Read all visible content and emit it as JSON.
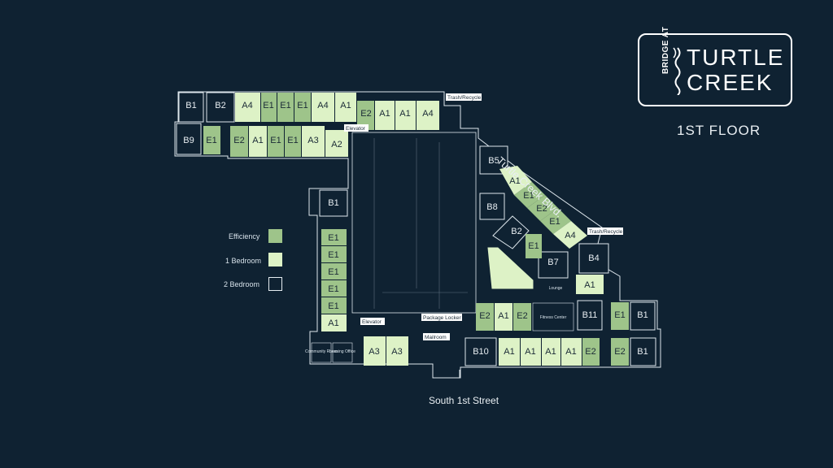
{
  "title": "1ST FLOOR",
  "logo": {
    "small": "BRIDGE AT",
    "line1": "TURTLE",
    "line2": "CREEK"
  },
  "street": "South 1st Street",
  "boulevard": "Turtle Creek Blvd.",
  "legend": {
    "efficiency": "Efficiency",
    "one_bedroom": "1 Bedroom",
    "two_bedroom": "2 Bedroom"
  },
  "colors": {
    "background": "#0f2232",
    "efficiency": "#9ec48a",
    "one_bedroom": "#ddf2c6",
    "two_bedroom": "#0f2232",
    "outline": "#e6edf1"
  },
  "amenities": {
    "trash1": "Trash/Recycle",
    "trash2": "Trash/Recycle",
    "elevator1": "Elevator",
    "elevator2": "Elevator",
    "package": "Package Locker",
    "mailroom": "Mailroom",
    "lounge": "Lounge",
    "fitness": "Fitness Center",
    "community": "Community Room",
    "leasing": "Leasing Office"
  },
  "units": {
    "row1": [
      "B1",
      "B2",
      "A4",
      "E1",
      "E1",
      "E1",
      "A4",
      "A1",
      "E2",
      "A1",
      "A1",
      "A4"
    ],
    "row2": [
      "B9",
      "E1",
      "E2",
      "A1",
      "E1",
      "E1",
      "A3",
      "A2"
    ],
    "west": [
      "B1",
      "E1",
      "E1",
      "E1",
      "E1",
      "E1",
      "A1"
    ],
    "south_west": [
      "A3",
      "A3"
    ],
    "diagonal": [
      "B5",
      "A1",
      "E1",
      "E2",
      "E1",
      "A4"
    ],
    "inner": [
      "B8",
      "B2",
      "E1",
      "B7",
      "B4",
      "A1"
    ],
    "east_mid": [
      "E2",
      "A1",
      "E2",
      "B11",
      "E1",
      "B1"
    ],
    "south_east": [
      "B10",
      "A1",
      "A1",
      "A1",
      "A1",
      "E2",
      "E2",
      "B1"
    ]
  }
}
